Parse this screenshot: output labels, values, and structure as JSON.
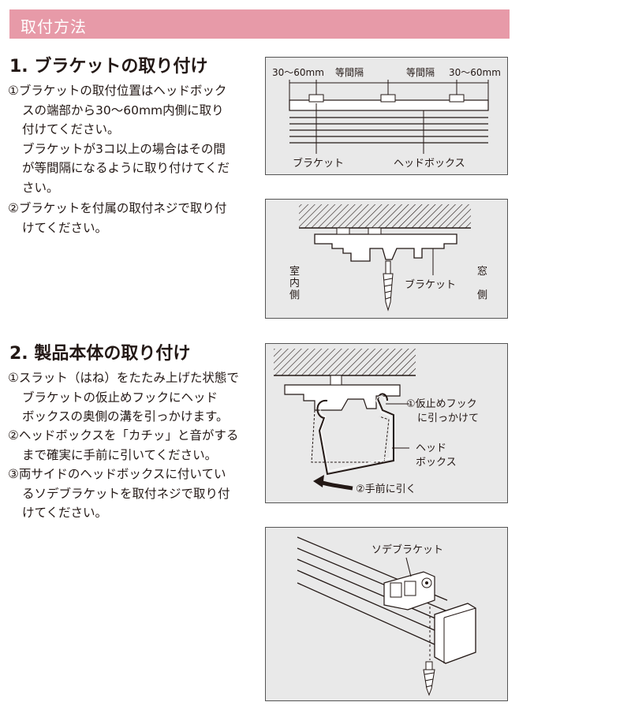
{
  "header": {
    "title": "取付方法"
  },
  "section1": {
    "title": "1. ブラケットの取り付け",
    "step1": {
      "line1": "①ブラケットの取付位置はヘッドボック",
      "line2": "スの端部から30～60mm内側に取り",
      "line3": "付けてください。",
      "line4": "ブラケットが3コ以上の場合はその間",
      "line5": "が等間隔になるように取り付けてくだ",
      "line6": "さい。"
    },
    "step2": {
      "line1": "②ブラケットを付属の取付ネジで取り付",
      "line2": "けてください。"
    }
  },
  "section2": {
    "title": "2. 製品本体の取り付け",
    "step1": {
      "line1": "①スラット（はね）をたたみ上げた状態で",
      "line2": "ブラケットの仮止めフックにヘッド",
      "line3": "ボックスの奥側の溝を引っかけます。"
    },
    "step2": {
      "line1": "②ヘッドボックスを「カチッ」と音がする",
      "line2": "まで確実に手前に引いてください。"
    },
    "step3": {
      "line1": "③両サイドのヘッドボックスに付いてい",
      "line2": "るソデブラケットを取付ネジで取り付",
      "line3": "けてください。"
    }
  },
  "figures": {
    "fig1": {
      "dim_left": "30～60mm",
      "equal_left": "等間隔",
      "equal_right": "等間隔",
      "dim_right": "30～60mm",
      "bracket_label": "ブラケット",
      "headbox_label": "ヘッドボックス"
    },
    "fig2": {
      "indoor_1": "室",
      "indoor_2": "内",
      "indoor_3": "側",
      "window_1": "窓",
      "window_2": "側",
      "bracket_label": "ブラケット"
    },
    "fig3": {
      "hook_line1": "①仮止めフック",
      "hook_line2": "に引っかけて",
      "headbox_line1": "ヘッド",
      "headbox_line2": "ボックス",
      "pull_label": "②手前に引く"
    },
    "fig4": {
      "side_bracket_label": "ソデブラケット"
    }
  },
  "colors": {
    "header_bg": "#e79aa8",
    "figure_bg": "#e9e9e9",
    "text": "#231815"
  }
}
